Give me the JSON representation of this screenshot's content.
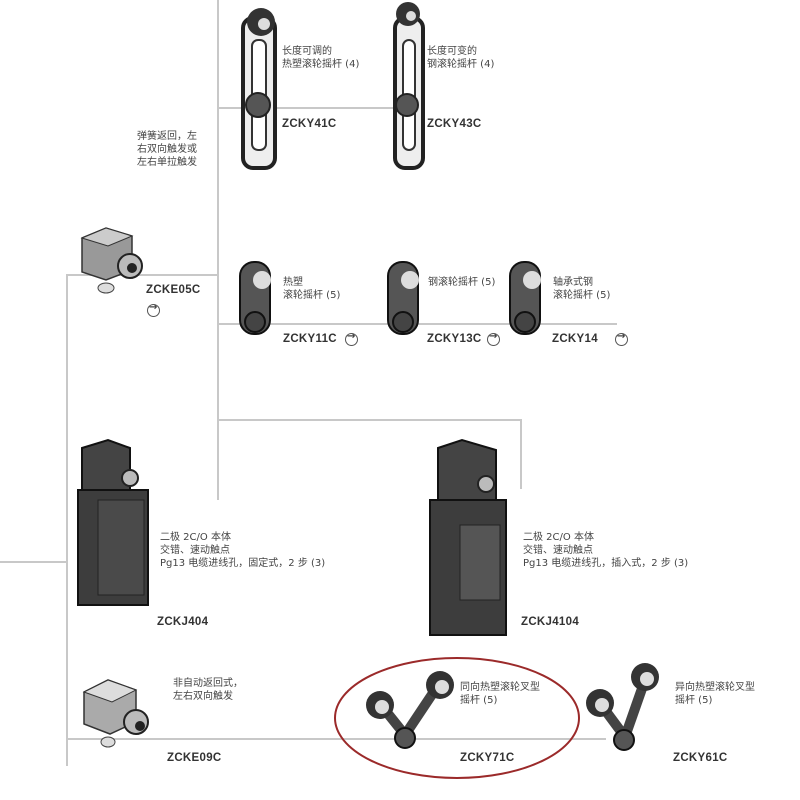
{
  "diagram": {
    "title": "",
    "highlight_color": "#9b2a2a",
    "line_color": "#c8c8c8",
    "nodes": [
      {
        "id": "zcky41c",
        "code": "ZCKY41C",
        "desc": "长度可调的\n热塑滚轮摇杆 (4)"
      },
      {
        "id": "zcky43c",
        "code": "ZCKY43C",
        "desc": "长度可变的\n钢滚轮摇杆 (4)"
      },
      {
        "id": "zcke05c",
        "code": "ZCKE05C",
        "desc": "弹簧返回，左\n右双向触发或\n左右单拉触发",
        "has_arrow": true
      },
      {
        "id": "zcky11c",
        "code": "ZCKY11C",
        "desc": "热塑\n滚轮摇杆 (5)",
        "has_arrow": true
      },
      {
        "id": "zcky13c",
        "code": "ZCKY13C",
        "desc": "钢滚轮摇杆 (5)",
        "has_arrow": true
      },
      {
        "id": "zcky14",
        "code": "ZCKY14",
        "desc": "轴承式钢\n滚轮摇杆 (5)",
        "has_arrow": true
      },
      {
        "id": "zckj404",
        "code": "ZCKJ404",
        "desc": "二极 2C/O 本体\n交错、速动触点\nPg13 电缆进线孔，固定式，2 步 (3)"
      },
      {
        "id": "zckj4104",
        "code": "ZCKJ4104",
        "desc": "二极 2C/O 本体\n交错、速动触点\nPg13 电缆进线孔，插入式，2 步 (3)"
      },
      {
        "id": "zcke09c",
        "code": "ZCKE09C",
        "desc": "非自动返回式，\n左右双向触发"
      },
      {
        "id": "zcky71c",
        "code": "ZCKY71C",
        "desc": "同向热塑滚轮叉型\n摇杆 (5)",
        "highlighted": true
      },
      {
        "id": "zcky61c",
        "code": "ZCKY61C",
        "desc": "异向热塑滚轮叉型\n摇杆 (5)"
      }
    ],
    "arrow_icon": "→"
  }
}
